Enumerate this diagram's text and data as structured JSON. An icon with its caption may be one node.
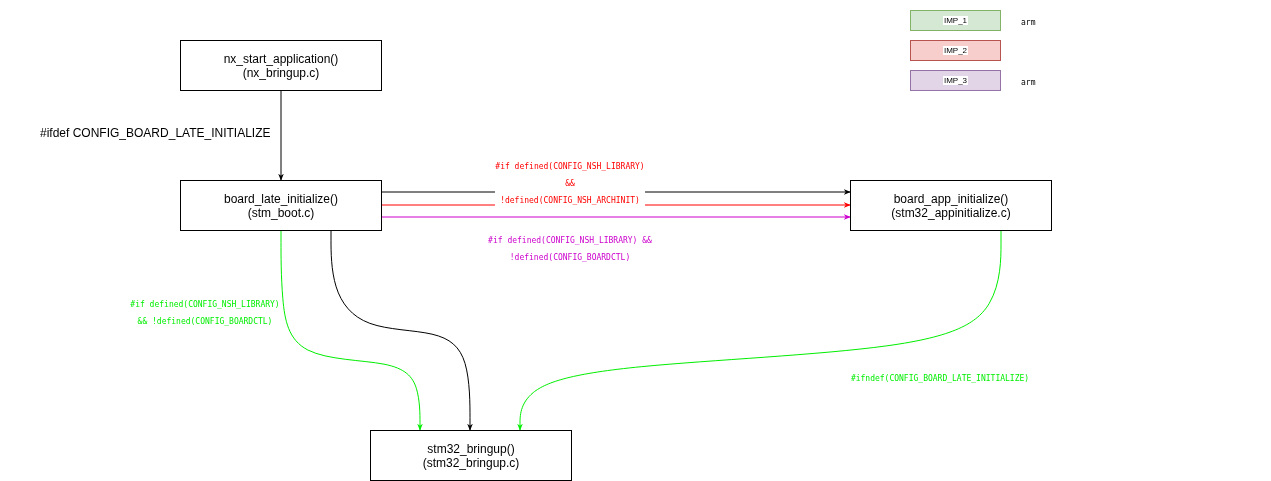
{
  "diagram": {
    "nodes": [
      {
        "text": [
          "nx_start_application() (nx_bringup.c)"
        ]
      },
      {
        "text": [
          "board_late_initialize() (stm_boot.c)"
        ]
      },
      {
        "text": [
          "board_app_initialize() (stm32_appinitialize.c)"
        ]
      },
      {
        "text": [
          "stm32_bringup() (stm32_bringup.c)"
        ]
      }
    ],
    "edges": [
      {
        "from": 0,
        "to": 1,
        "arrow": "to",
        "label": "#ifdef CONFIG_BOARD_LATE_INITIALIZE"
      },
      {
        "from": 1,
        "to": 2,
        "arrow": "to"
      },
      {
        "from": 1,
        "to": 2,
        "arrow": "to",
        "color": "#ff0000",
        "label": "#if defined(CONFIG_NSH_LIBRARY) && !defined(CONFIG_NSH_ARCHINIT)"
      },
      {
        "from": 1,
        "to": 2,
        "arrow": "to",
        "color": "#cc00cc",
        "label": "#if defined(CONFIG_NSH_LIBRARY) && !defined(CONFIG_BOARDCTL)"
      },
      {
        "from": 1,
        "to": 3,
        "arrow": "to",
        "color": "#00ee00",
        "label": "#if defined(CONFIG_NSH_LIBRARY) && !defined(CONFIG_BOARDCTL)"
      },
      {
        "from": 1,
        "to": 3,
        "arrow": "to"
      },
      {
        "from": 2,
        "to": 3,
        "arrow": "to",
        "color": "#00ee00",
        "label": "#ifndef(CONFIG_BOARD_LATE_INITIALIZE)"
      }
    ],
    "labels": [
      "arm",
      "arm"
    ],
    "legend": [
      {
        "text": "IMP_1",
        "color": "#d5e8d4"
      },
      {
        "text": "IMP_2",
        "color": "#f8cecc"
      },
      {
        "text": "IMP_3",
        "color": "#e1d5e7"
      }
    ]
  }
}
